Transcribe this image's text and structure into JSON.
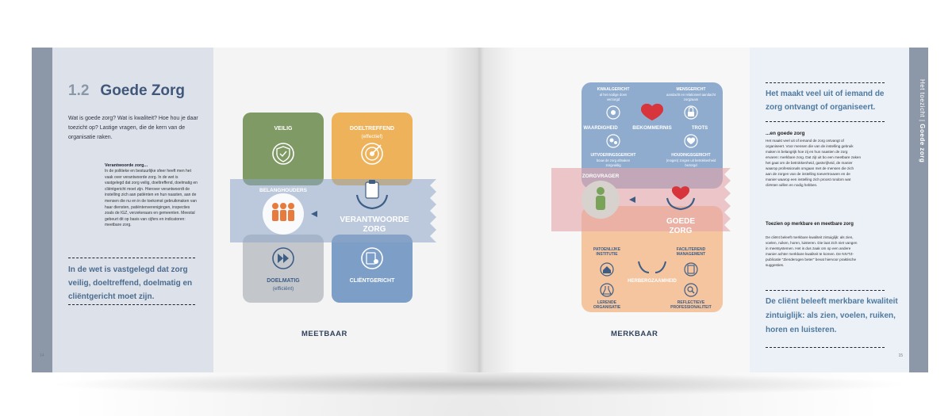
{
  "left": {
    "section_number": "1.2",
    "section_title": "Goede Zorg",
    "intro": "Wat is goede zorg? Wat is kwaliteit? Hoe hou je daar toezicht op? Lastige vragen, die de kern van de organisatie raken.",
    "subhead": "Verantwoorde zorg...",
    "body": "In de politieke en bestuurlijke sfeer heeft men het vaak over verantwoorde zorg. In de wet is vastgelegd dat zorg veilig, doeltreffend, doelmatig en cliëntgericht moet zijn. Hierover verantwoordt de instelling zich aan patiënten en hun naasten, aan de mensen die nu en in de toekomst gebruikmaken van haar diensten, patiëntenverenigingen, inspecties zoals de IGZ, verzekeraars en gemeenten. Meestal gebeurt dit op basis van cijfers en indicatoren: meetbare zorg.",
    "quote": "In de wet is vastgelegd dat zorg veilig, doeltreffend, doelmatig en cliëntgericht moet zijn.",
    "page_number": "14"
  },
  "meetbaar": {
    "caption": "MEETBAAR",
    "veilig": "VEILIG",
    "doeltreffend": "DOELTREFFEND",
    "doeltreffend_sub": "(effectief)",
    "doelmatig": "DOELMATIG",
    "doelmatig_sub": "(efficiënt)",
    "clientgericht": "CLIËNTGERICHT",
    "belanghouders": "BELANGHOUDERS",
    "verantwoorde_1": "VERANTWOORDE",
    "verantwoorde_2": "ZORG"
  },
  "merkbaar": {
    "caption": "MERKBAAR",
    "kwaalgericht": "KWAALGERICHT",
    "kwaalgericht_sub1": "al het nodige doen",
    "kwaalgericht_sub2": "verzorgd",
    "mensgericht": "MENSGERICHT",
    "mensgericht_sub1": "aandacht en relationeel aandacht",
    "mensgericht_sub2": "zorgzaam",
    "waardigheid": "WAARDIGHEID",
    "bekommernis": "BEKOMMERNIS",
    "trots": "TROTS",
    "uitvoeringsgericht": "UITVOERINGSGERICHT",
    "uitvoeringsgericht_sub1": "bouw de zorg afmaken",
    "uitvoeringsgericht_sub2": "zorgvuldig",
    "houdingsgericht": "HOUDINGSGERICHT",
    "houdingsgericht_sub1": "(mogen) zorgen uit betrokkenheid",
    "houdingsgericht_sub2": "bezorgd",
    "zorgvrager": "ZORGVRAGER",
    "goede_1": "GOEDE",
    "goede_2": "ZORG",
    "faciliterend_1": "FACILITEREND",
    "faciliterend_2": "MANAGEMENT",
    "patoenlijke_1": "PATOENLIJKE",
    "patoenlijke_2": "INSTITUTIE",
    "herbergzaamheid": "HERBERGZAAMHEID",
    "lerende_1": "LERENDE",
    "lerende_2": "ORGANISATIE",
    "reflectieve_1": "REFLECTIEVE",
    "reflectieve_2": "PROFESSIONALITEIT"
  },
  "right": {
    "quote": "Het maakt veel uit of iemand de zorg ontvangt of organiseert.",
    "subhead1": "...en goede zorg",
    "body1": "Het maakt veel uit of iemand de zorg ontvangt of organiseert. Voor mensen die van de instelling gebruik maken is belangrijk hoe zij en hun naasten de zorg ervaren: merkbare zorg. Dat zijt uit bo een meetbare zaken het gaat om de betrokkenheid, gastvrijheid, de manier waarop professionals omgaan met de mensen die zich aan de zorgen van de instelling toevertrouwen en de manier waarop een instelling zich proost rondom wat cliënten willen en nodig hebben.",
    "subhead2": "Toezien op merkbare en meetbare zorg",
    "body2": "De cliënt beleeft merkbare kwaliteit zintuiglijk: als zien, voelen, ruiken, horen, luisteren. Die laat zich niet vangen in meetsystemen. Het is dus zaak om op een andere manier achter merkbare kwaliteit te komen. De NIVTZ-publicatie \"Zienderogen beter\" bevat hiervoor praktische suggesties.",
    "quote2": "De cliënt beleeft merkbare kwaliteit zintuiglijk: als zien, voelen, ruiken, horen en luisteren.",
    "vertical_1": "Het toezicht",
    "vertical_sep": " | ",
    "vertical_2": "Goede zorg",
    "page_number": "15"
  },
  "colors": {
    "green": "#7f9a64",
    "orange": "#eeb35a",
    "blue": "#7d9fc7",
    "gray": "#c3c7cc",
    "pink": "#e3a3a8",
    "peach": "#f4c59f",
    "heart": "#d8343b",
    "title_blue": "#41577a"
  }
}
